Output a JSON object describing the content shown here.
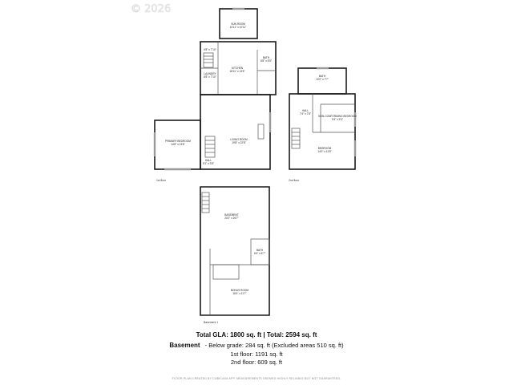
{
  "watermark": "© 2026",
  "floors": {
    "first": {
      "label": "1st floor",
      "rooms": {
        "sun_room": {
          "name": "SUN ROOM",
          "dims": "10'11\" x 10'11\""
        },
        "kitchen": {
          "name": "KITCHEN",
          "dims": "18'11\" x 13'6\""
        },
        "bath": {
          "name": "BATH",
          "dims": "8'8\" x 5'5\""
        },
        "laundry": {
          "name": "LAUNDRY",
          "dims": "8'8\" x 7'10\""
        },
        "closet": {
          "name": "",
          "dims": "5'8\" x 7'10\""
        },
        "living_room": {
          "name": "LIVING ROOM",
          "dims": "19'8\" x 22'8\""
        },
        "primary_bedroom": {
          "name": "PRIMARY BEDROOM",
          "dims": "14'8\" x 13'6\""
        },
        "hall": {
          "name": "HALL",
          "dims": "5'1\" x 3'8\""
        }
      }
    },
    "second": {
      "label": "2nd floor",
      "rooms": {
        "bath": {
          "name": "BATH",
          "dims": "10'2\" x 7'7\""
        },
        "hall": {
          "name": "HALL",
          "dims": "7'4\" x 7'8\""
        },
        "non_conforming_bedroom": {
          "name": "NON-CONFORMING BEDROOM",
          "dims": "9'4\" x 9'3\""
        },
        "bedroom": {
          "name": "BEDROOM",
          "dims": "14'0\" x 11'8\""
        }
      }
    },
    "basement": {
      "label": "Basement 1",
      "rooms": {
        "basement": {
          "name": "BASEMENT",
          "dims": "20'2\" x 26'7\""
        },
        "bath": {
          "name": "BATH",
          "dims": "6'4\" x 6'7\""
        },
        "bonus_room": {
          "name": "BONUS ROOM",
          "dims": "18'4\" x 11'7\""
        }
      }
    }
  },
  "summary": {
    "total": "Total GLA: 1800 sq. ft | Total: 2594 sq. ft",
    "basement_label": "Basement",
    "basement_text": "- Below grade: 284 sq. ft (Excluded areas 510 sq. ft)",
    "first_floor": "1st floor: 1191 sq. ft",
    "second_floor": "2nd floor: 609 sq. ft"
  },
  "disclaimer": "FLOOR PLAN CREATED BY CUBICASA APP. MEASUREMENTS DEEMED HIGHLY RELIABLE BUT NOT GUARANTEED."
}
